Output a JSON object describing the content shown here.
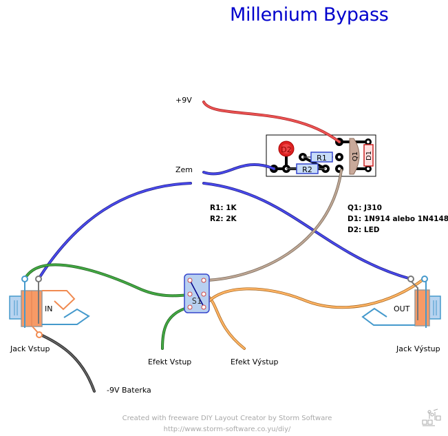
{
  "title": "Millenium Bypass",
  "labels": {
    "plus9v": "+9V",
    "ground": "Zem",
    "jack_in": "Jack Vstup",
    "jack_out": "Jack Výstup",
    "effect_in": "Efekt Vstup",
    "effect_out": "Efekt Výstup",
    "battery": "-9V Baterka",
    "in": "IN",
    "out": "OUT",
    "switch": "S1"
  },
  "components": {
    "r1": "R1",
    "r2": "R2",
    "q1": "Q1",
    "d1": "D1",
    "d2": "D2"
  },
  "parts_list_left": [
    "R1: 1K",
    "R2: 2K"
  ],
  "parts_list_right": [
    "Q1: J310",
    "D1: 1N914 alebo 1N4148",
    "D2: LED"
  ],
  "footer": {
    "line1": "Created with freeware DIY Layout Creator by Storm Software",
    "line2": "http://www.storm-software.co.yu/diy/"
  },
  "colors": {
    "title": "#0000cc",
    "wire_red": "#ee4444",
    "wire_blue": "#4444ee",
    "wire_green": "#44aa44",
    "wire_orange": "#ffb060",
    "wire_tan": "#b09a88",
    "wire_black": "#555555",
    "jack_body": "#f79a66",
    "jack_blue": "#4499cc",
    "switch_body": "#b8d0f0"
  }
}
